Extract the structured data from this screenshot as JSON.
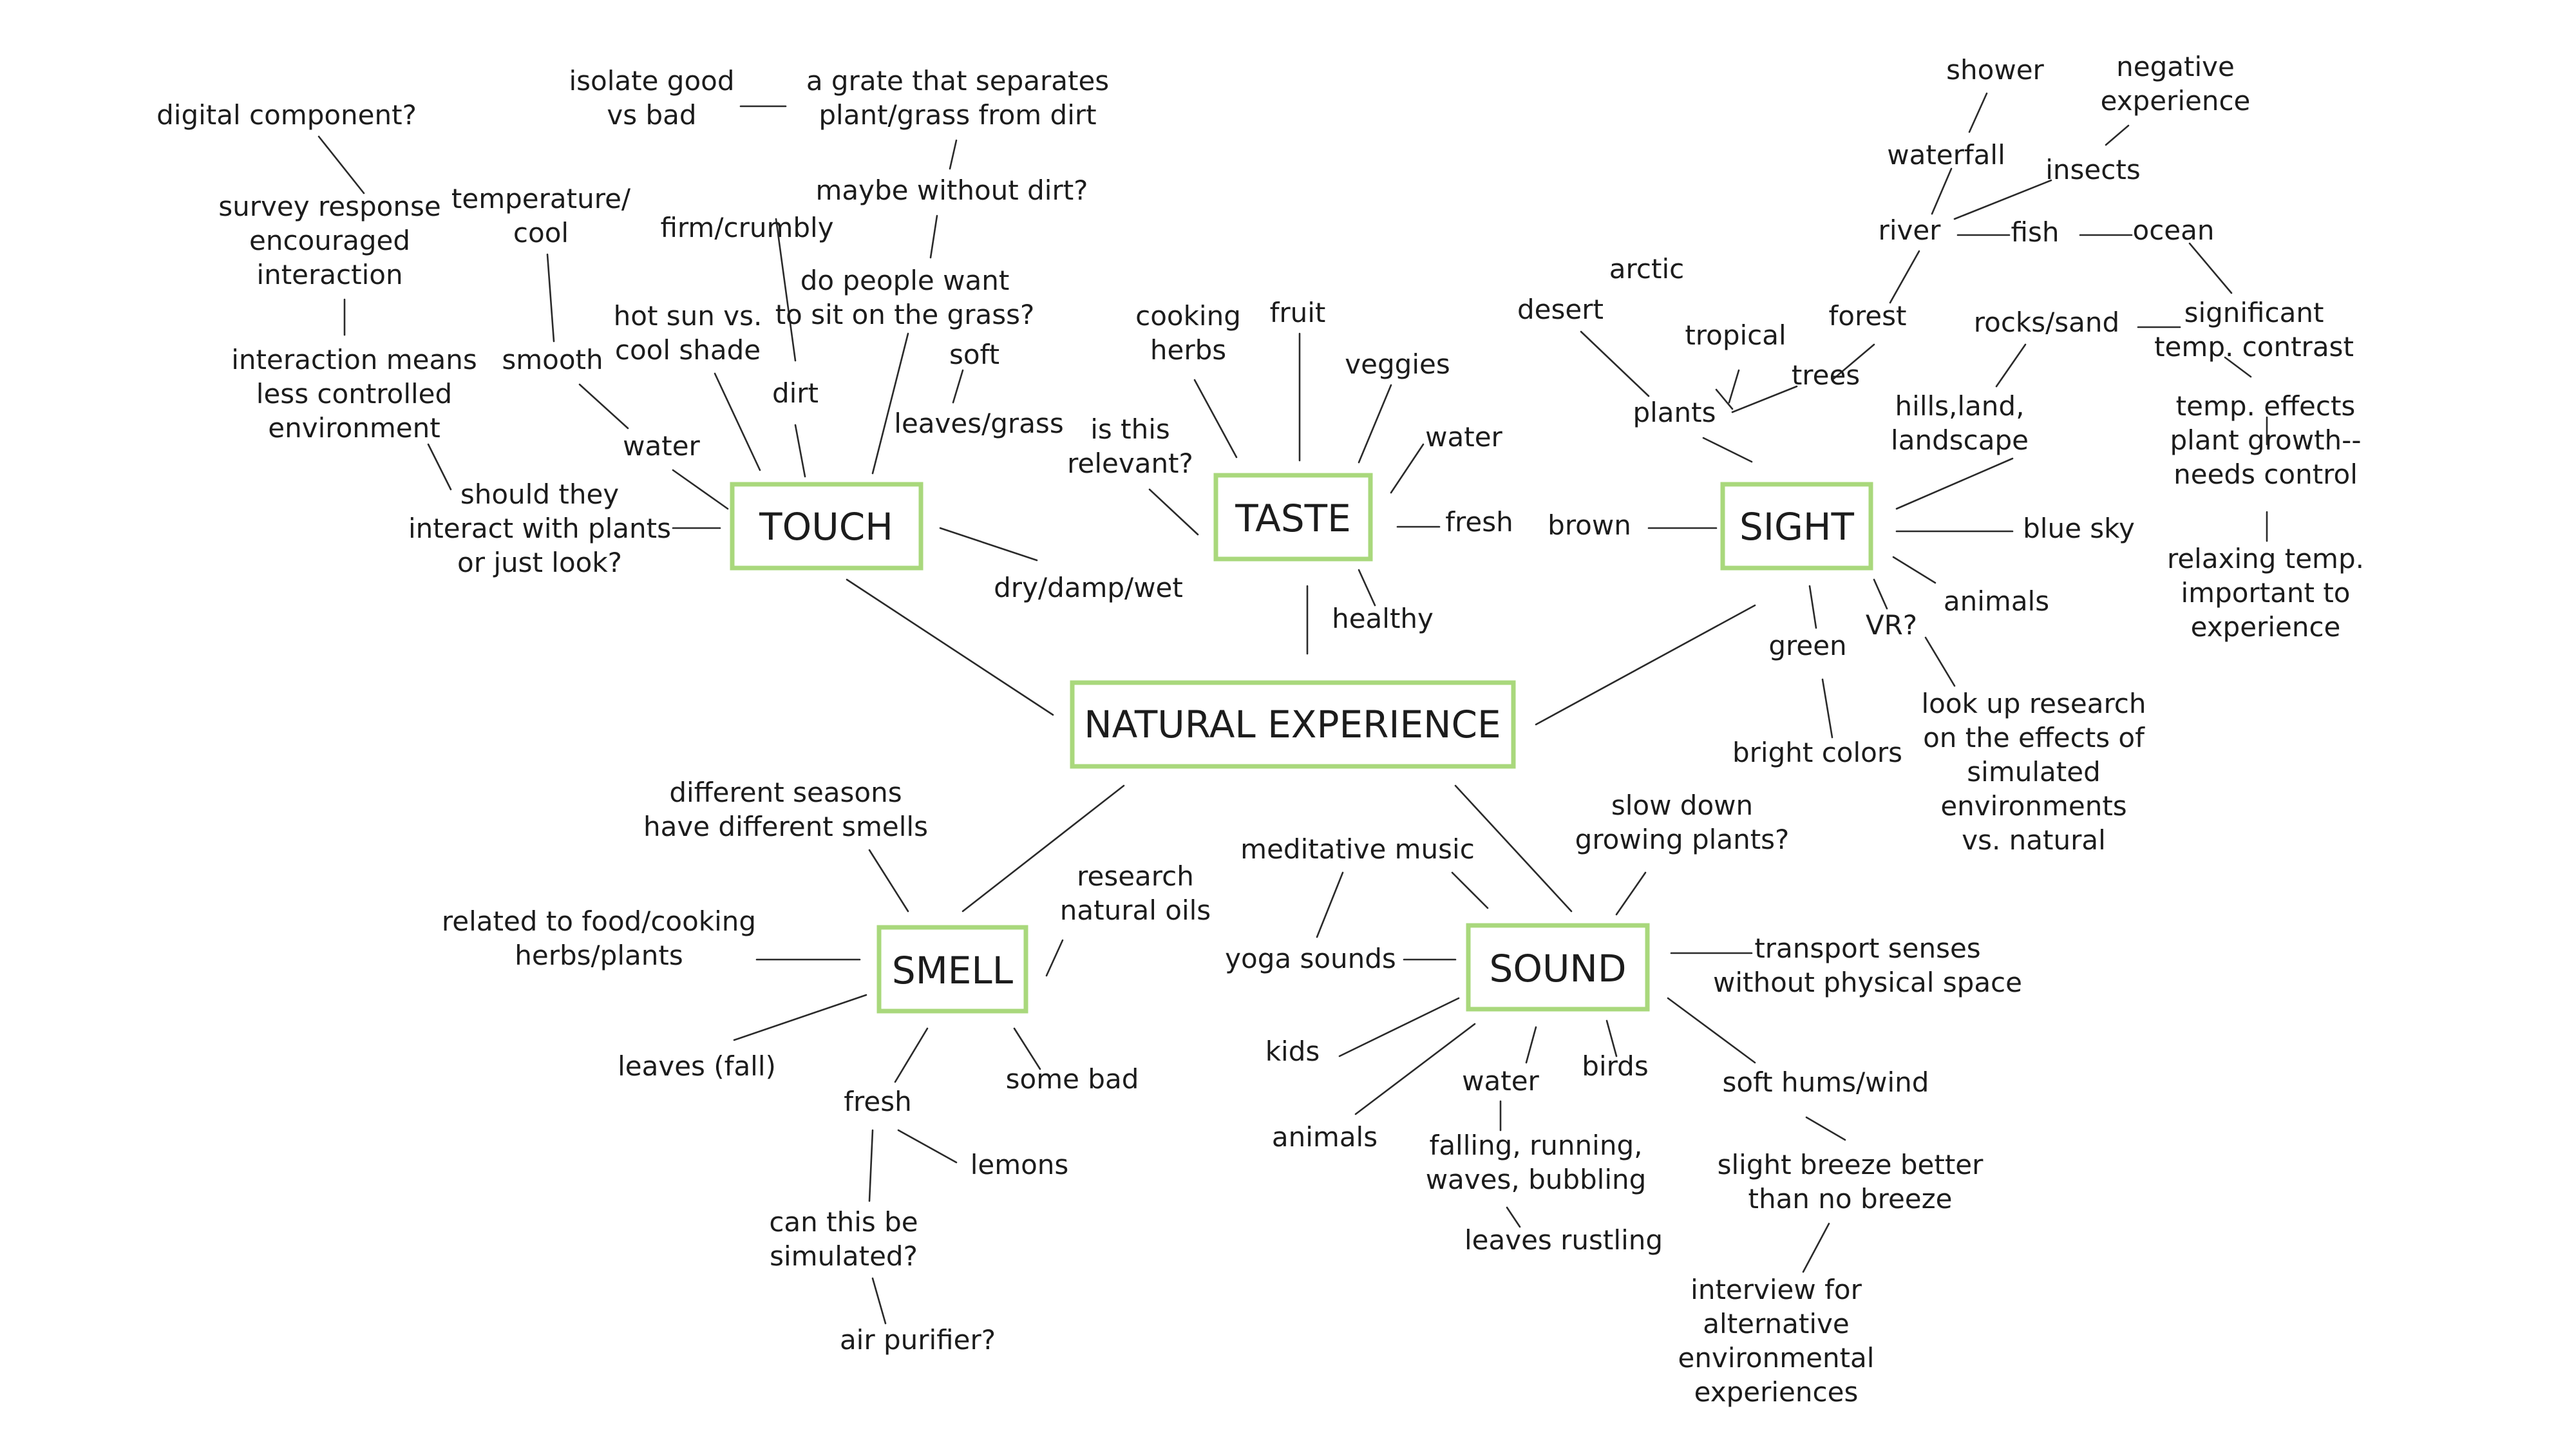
{
  "center": "NATURAL EXPERIENCE",
  "categories": {
    "touch": "TOUCH",
    "taste": "TASTE",
    "sight": "SIGHT",
    "smell": "SMELL",
    "sound": "SOUND"
  },
  "touch": {
    "isolate_good": [
      "isolate good",
      "vs bad"
    ],
    "grate": [
      "a grate that separates",
      "plant/grass from dirt"
    ],
    "without_dirt": [
      "maybe without dirt?"
    ],
    "sit_grass": [
      "do people want",
      "to sit on the grass?"
    ],
    "digital": [
      "digital component?"
    ],
    "survey": [
      "survey response",
      "encouraged",
      "interaction"
    ],
    "interaction": [
      "interaction means",
      "less controlled",
      "environment"
    ],
    "temperature": [
      "temperature/",
      "cool"
    ],
    "smooth": [
      "smooth"
    ],
    "firm": [
      "firm/crumbly"
    ],
    "hot_sun": [
      "hot sun vs.",
      "cool shade"
    ],
    "dirt": [
      "dirt"
    ],
    "soft": [
      "soft"
    ],
    "leaves_grass": [
      "leaves/grass"
    ],
    "water": [
      "water"
    ],
    "should_interact": [
      "should they",
      "interact with plants",
      "or just look?"
    ],
    "dry_damp": [
      "dry/damp/wet"
    ]
  },
  "taste": {
    "cooking_herbs": [
      "cooking",
      "herbs"
    ],
    "fruit": [
      "fruit"
    ],
    "veggies": [
      "veggies"
    ],
    "water": [
      "water"
    ],
    "relevant": [
      "is this",
      "relevant?"
    ],
    "fresh": [
      "fresh"
    ],
    "healthy": [
      "healthy"
    ]
  },
  "sight": {
    "shower": [
      "shower"
    ],
    "negative": [
      "negative",
      "experience"
    ],
    "waterfall": [
      "waterfall"
    ],
    "insects": [
      "insects"
    ],
    "river": [
      "river"
    ],
    "fish": [
      "fish"
    ],
    "ocean": [
      "ocean"
    ],
    "arctic": [
      "arctic"
    ],
    "desert": [
      "desert"
    ],
    "tropical": [
      "tropical"
    ],
    "forest": [
      "forest"
    ],
    "trees": [
      "trees"
    ],
    "plants": [
      "plants"
    ],
    "rocks_sand": [
      "rocks/sand"
    ],
    "temp_contrast": [
      "significant",
      "temp. contrast"
    ],
    "hills": [
      "hills,land,",
      "landscape"
    ],
    "temp_effects": [
      "temp. effects",
      "plant growth--",
      "needs control"
    ],
    "relaxing": [
      "relaxing temp.",
      "important to",
      "experience"
    ],
    "brown": [
      "brown"
    ],
    "blue_sky": [
      "blue sky"
    ],
    "animals": [
      "animals"
    ],
    "vr": [
      "VR?"
    ],
    "green": [
      "green"
    ],
    "bright": [
      "bright colors"
    ],
    "research": [
      "look up research",
      "on the effects of",
      "simulated",
      "environments",
      "vs. natural"
    ]
  },
  "smell": {
    "seasons": [
      "different seasons",
      "have different smells"
    ],
    "food": [
      "related to food/cooking",
      "herbs/plants"
    ],
    "oils": [
      "research",
      "natural oils"
    ],
    "leaves_fall": [
      "leaves (fall)"
    ],
    "some_bad": [
      "some bad"
    ],
    "fresh": [
      "fresh"
    ],
    "lemons": [
      "lemons"
    ],
    "simulated": [
      "can this be",
      "simulated?"
    ],
    "purifier": [
      "air purifier?"
    ]
  },
  "sound": {
    "meditative": [
      "meditative music"
    ],
    "slow_down": [
      "slow down",
      "growing plants?"
    ],
    "yoga": [
      "yoga sounds"
    ],
    "transport": [
      "transport senses",
      "without physical space"
    ],
    "kids": [
      "kids"
    ],
    "water": [
      "water"
    ],
    "birds": [
      "birds"
    ],
    "soft_hums": [
      "soft hums/wind"
    ],
    "animals": [
      "animals"
    ],
    "falling": [
      "falling, running,",
      "waves, bubbling"
    ],
    "leaves_rustling": [
      "leaves rustling"
    ],
    "breeze": [
      "slight breeze better",
      "than no breeze"
    ],
    "interview": [
      "interview for",
      "alternative",
      "environmental",
      "experiences"
    ]
  }
}
